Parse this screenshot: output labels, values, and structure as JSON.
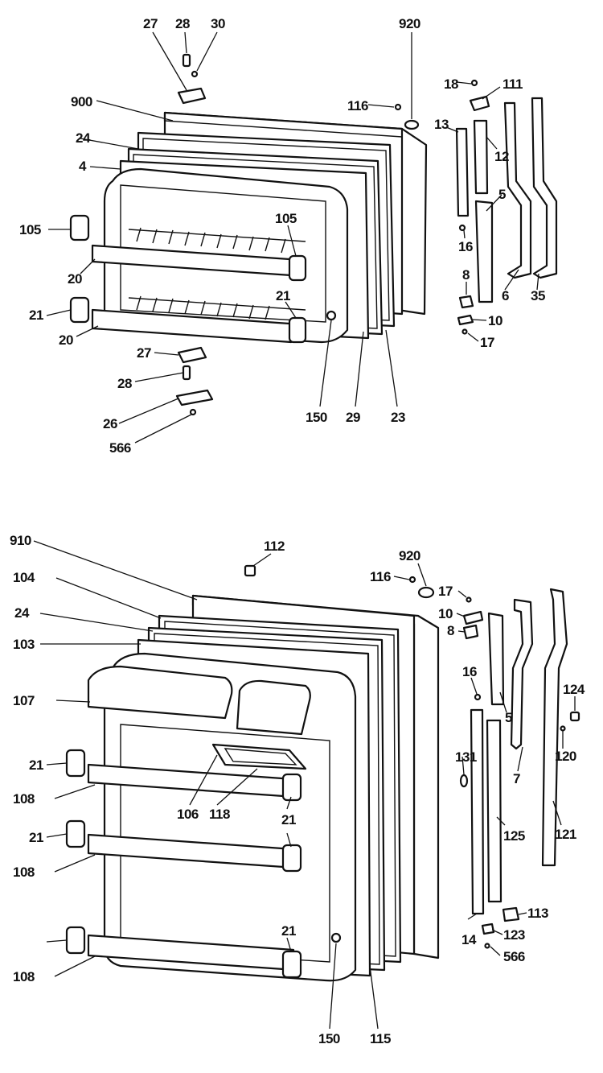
{
  "diagram": {
    "line_color": "#111111",
    "background": "#ffffff",
    "upper_assembly": {
      "callouts": [
        "27",
        "28",
        "30",
        "920",
        "900",
        "116",
        "18",
        "111",
        "13",
        "24",
        "4",
        "12",
        "5",
        "105",
        "105",
        "16",
        "20",
        "8",
        "6",
        "35",
        "21",
        "21",
        "10",
        "17",
        "20",
        "27",
        "28",
        "150",
        "29",
        "23",
        "26",
        "566"
      ]
    },
    "lower_assembly": {
      "callouts": [
        "910",
        "112",
        "920",
        "116",
        "17",
        "104",
        "10",
        "24",
        "8",
        "103",
        "16",
        "107",
        "5",
        "124",
        "131",
        "120",
        "21",
        "106",
        "118",
        "108",
        "21",
        "7",
        "125",
        "121",
        "21",
        "108",
        "113",
        "21",
        "123",
        "14",
        "566",
        "108",
        "150",
        "115"
      ]
    }
  }
}
